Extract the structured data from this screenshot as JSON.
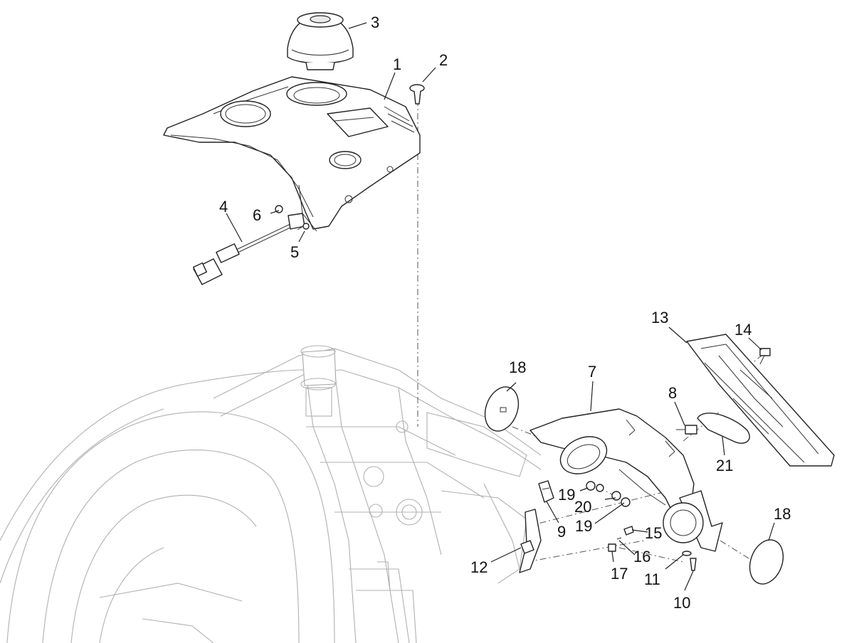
{
  "callouts": [
    {
      "id": "c1",
      "label": "1"
    },
    {
      "id": "c2",
      "label": "2"
    },
    {
      "id": "c3",
      "label": "3"
    },
    {
      "id": "c4",
      "label": "4"
    },
    {
      "id": "c5",
      "label": "5"
    },
    {
      "id": "c6",
      "label": "6"
    },
    {
      "id": "c7",
      "label": "7"
    },
    {
      "id": "c8",
      "label": "8"
    },
    {
      "id": "c9",
      "label": "9"
    },
    {
      "id": "c10",
      "label": "10"
    },
    {
      "id": "c11",
      "label": "11"
    },
    {
      "id": "c12",
      "label": "12"
    },
    {
      "id": "c13",
      "label": "13"
    },
    {
      "id": "c14",
      "label": "14"
    },
    {
      "id": "c15",
      "label": "15"
    },
    {
      "id": "c16",
      "label": "16"
    },
    {
      "id": "c17",
      "label": "17"
    },
    {
      "id": "c18a",
      "label": "18"
    },
    {
      "id": "c18b",
      "label": "18"
    },
    {
      "id": "c19a",
      "label": "19"
    },
    {
      "id": "c19b",
      "label": "19"
    },
    {
      "id": "c20",
      "label": "20"
    },
    {
      "id": "c21",
      "label": "21"
    }
  ]
}
